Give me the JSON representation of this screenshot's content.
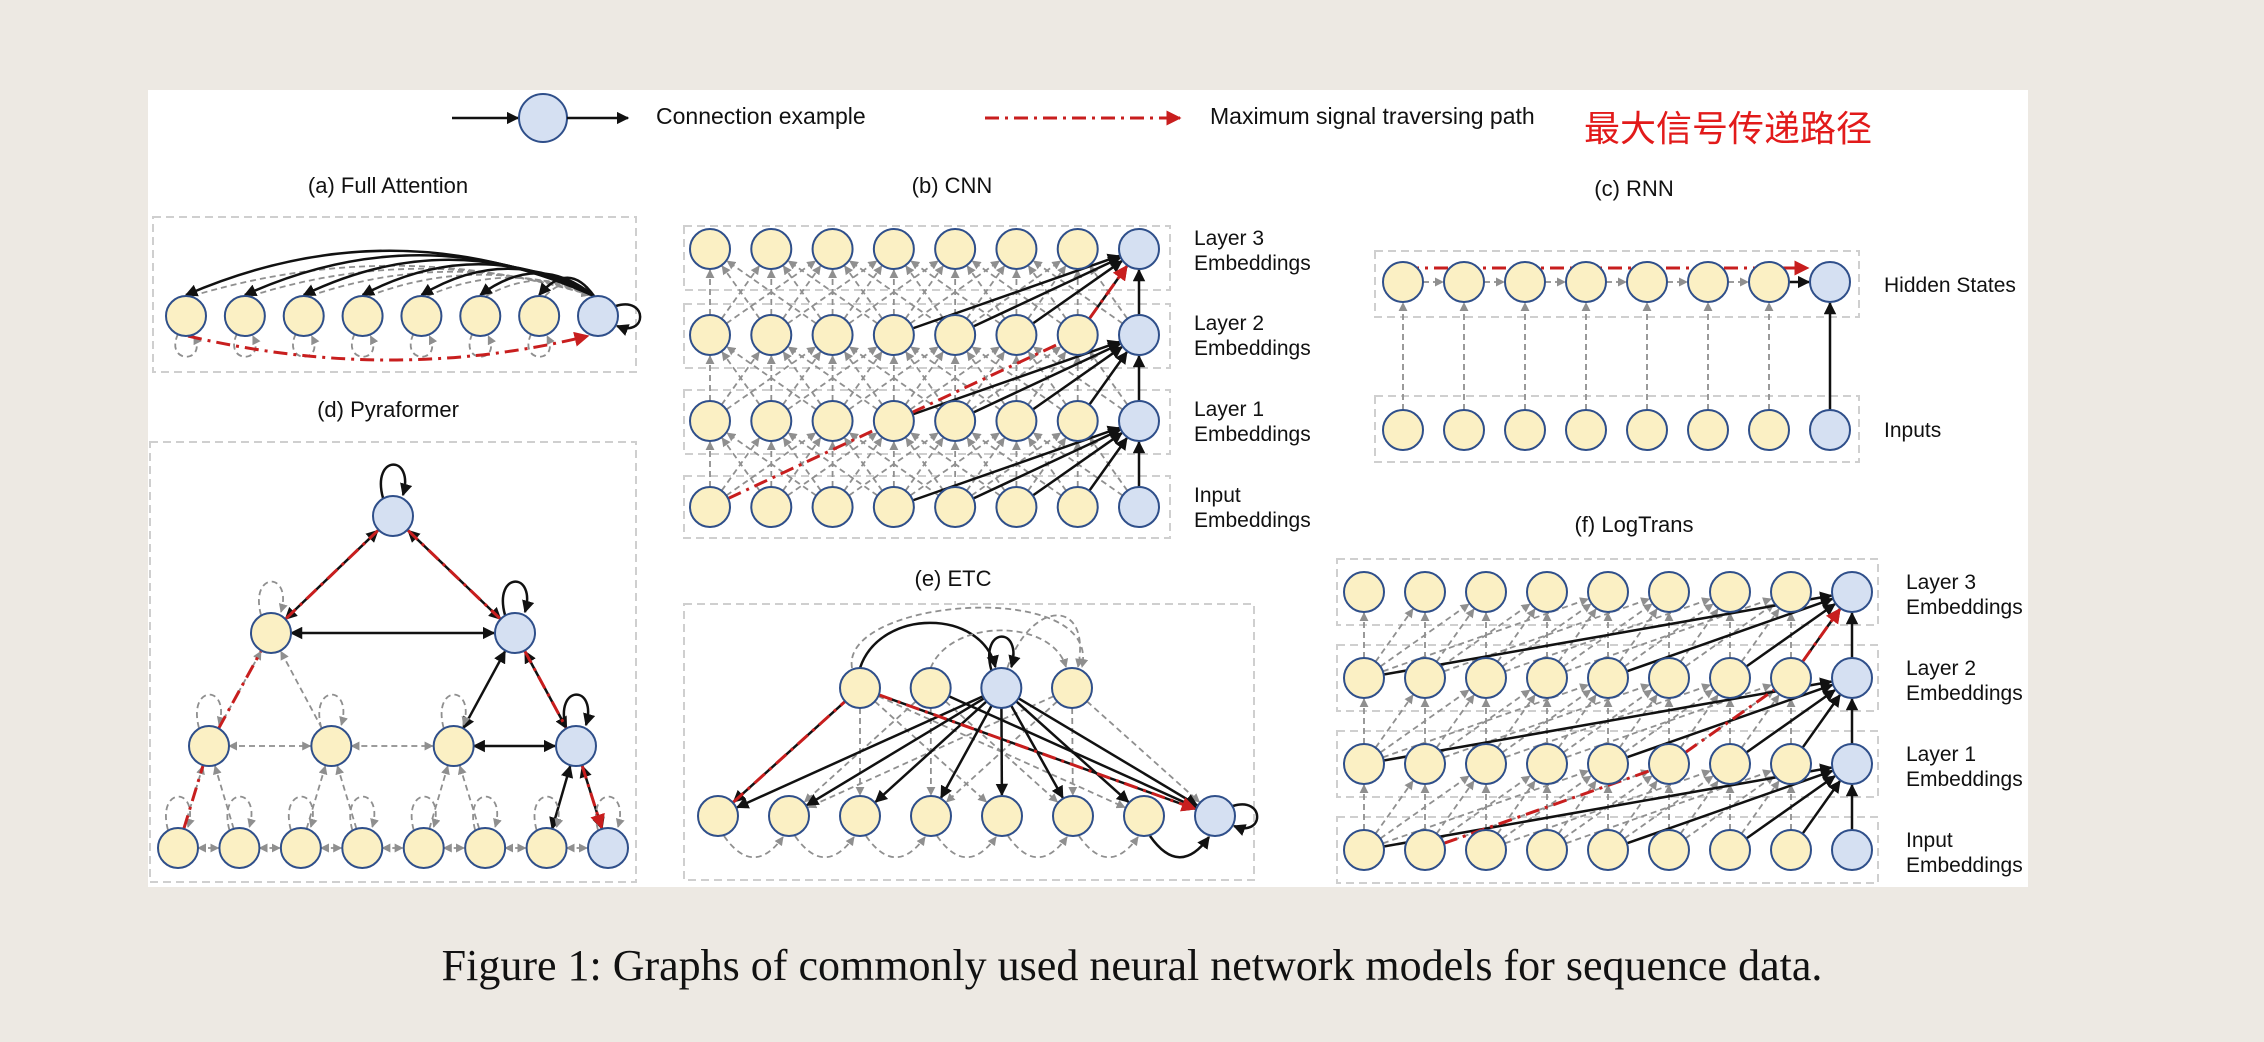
{
  "colors": {
    "page_bg": "#ede9e3",
    "panel_bg": "#ffffff",
    "node_fill": "#fbf0c4",
    "node_highlight": "#d5e0f2",
    "node_stroke": "#2f4f8a",
    "edge_dark": "#111111",
    "edge_dashed": "#8f8f8f",
    "signal_path": "#c81e1e",
    "box_dashed": "#cfcfcf",
    "annotation_red": "#e21a1a"
  },
  "legend": {
    "connection_label": "Connection example",
    "path_label": "Maximum signal traversing path",
    "annotation_cn": "最大信号传递路径"
  },
  "panels": {
    "full_attention": {
      "title": "(a) Full Attention"
    },
    "cnn": {
      "title": "(b) CNN",
      "layers": [
        {
          "line1": "Layer 3",
          "line2": "Embeddings"
        },
        {
          "line1": "Layer 2",
          "line2": "Embeddings"
        },
        {
          "line1": "Layer 1",
          "line2": "Embeddings"
        },
        {
          "line1": "Input",
          "line2": "Embeddings"
        }
      ]
    },
    "rnn": {
      "title": "(c) RNN",
      "hidden_label": "Hidden States",
      "inputs_label": "Inputs"
    },
    "pyraformer": {
      "title": "(d) Pyraformer"
    },
    "etc": {
      "title": "(e) ETC"
    },
    "logtrans": {
      "title": "(f) LogTrans",
      "layers": [
        {
          "line1": "Layer 3",
          "line2": "Embeddings"
        },
        {
          "line1": "Layer 2",
          "line2": "Embeddings"
        },
        {
          "line1": "Layer 1",
          "line2": "Embeddings"
        },
        {
          "line1": "Input",
          "line2": "Embeddings"
        }
      ]
    }
  },
  "caption": "Figure 1: Graphs of commonly used neural network models for sequence data."
}
